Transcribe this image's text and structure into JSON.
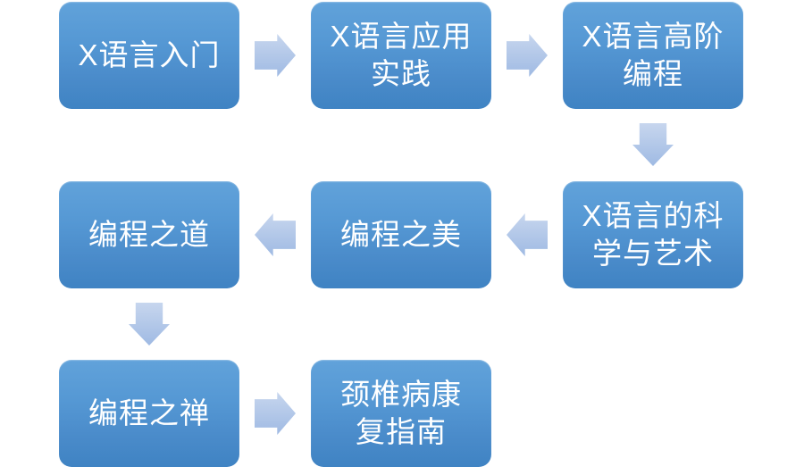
{
  "colors": {
    "background": "#ffffff",
    "node_top": "#61a2da",
    "node_bottom": "#3f83c3",
    "arrow_top": "#c7d6ee",
    "arrow_bottom": "#9fbae3",
    "text": "#ffffff"
  },
  "diagram": {
    "type": "flowchart",
    "nodes": [
      {
        "id": 1,
        "label": "X语言入门"
      },
      {
        "id": 2,
        "label": "X语言应用\n实践"
      },
      {
        "id": 3,
        "label": "X语言高阶\n编程"
      },
      {
        "id": 4,
        "label": "X语言的科\n学与艺术"
      },
      {
        "id": 5,
        "label": "编程之美"
      },
      {
        "id": 6,
        "label": "编程之道"
      },
      {
        "id": 7,
        "label": "编程之禅"
      },
      {
        "id": 8,
        "label": "颈椎病康\n复指南"
      }
    ],
    "arrows": [
      {
        "from": 1,
        "to": 2,
        "direction": "right"
      },
      {
        "from": 2,
        "to": 3,
        "direction": "right"
      },
      {
        "from": 3,
        "to": 4,
        "direction": "down"
      },
      {
        "from": 4,
        "to": 5,
        "direction": "left"
      },
      {
        "from": 5,
        "to": 6,
        "direction": "left"
      },
      {
        "from": 6,
        "to": 7,
        "direction": "down"
      },
      {
        "from": 7,
        "to": 8,
        "direction": "right"
      }
    ]
  }
}
